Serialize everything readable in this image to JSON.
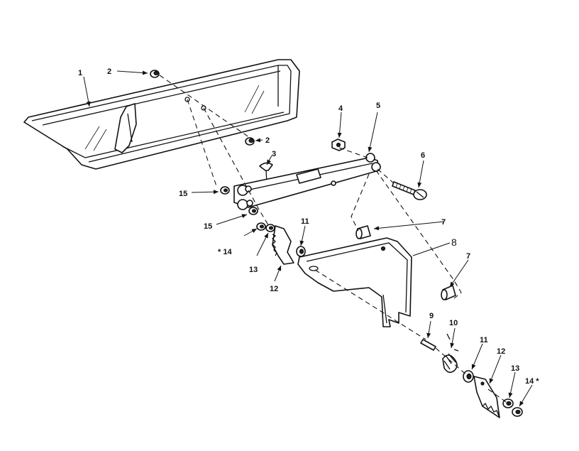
{
  "callouts": {
    "c1": "1",
    "c2a": "2",
    "c2b": "2",
    "c3": "3",
    "c4": "4",
    "c5": "5",
    "c6": "6",
    "c7a": "7",
    "c7b": "7",
    "c8": "8",
    "c9": "9",
    "c10": "10",
    "c11a": "11",
    "c11b": "11",
    "c12a": "12",
    "c12b": "12",
    "c13a": "13",
    "c13b": "13",
    "c14a": "* 14",
    "c14b": "14 *",
    "c15a": "15",
    "c15b": "15"
  },
  "colors": {
    "ink": "#111111",
    "paper": "#ffffff"
  }
}
